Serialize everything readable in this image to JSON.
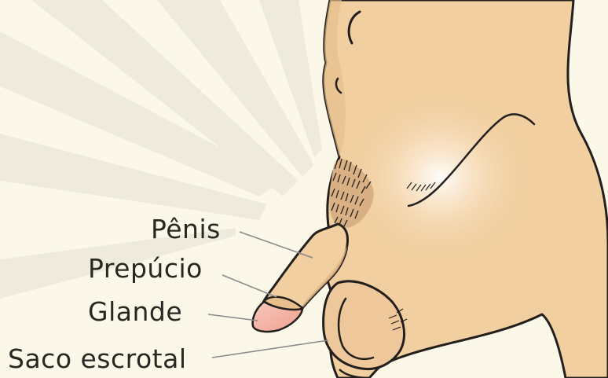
{
  "labels": {
    "penis": "Pênis",
    "foreskin": "Prepúcio",
    "glans": "Glande",
    "scrotum": "Saco escrotal"
  },
  "colors": {
    "background": "#fbf8ea",
    "ray": "#eeeadb",
    "skin": "#f1cfa0",
    "skin_shadow": "#e3b987",
    "outline": "#231f1c",
    "glans": "#f3b3a4",
    "leader": "#8a8a8a"
  }
}
